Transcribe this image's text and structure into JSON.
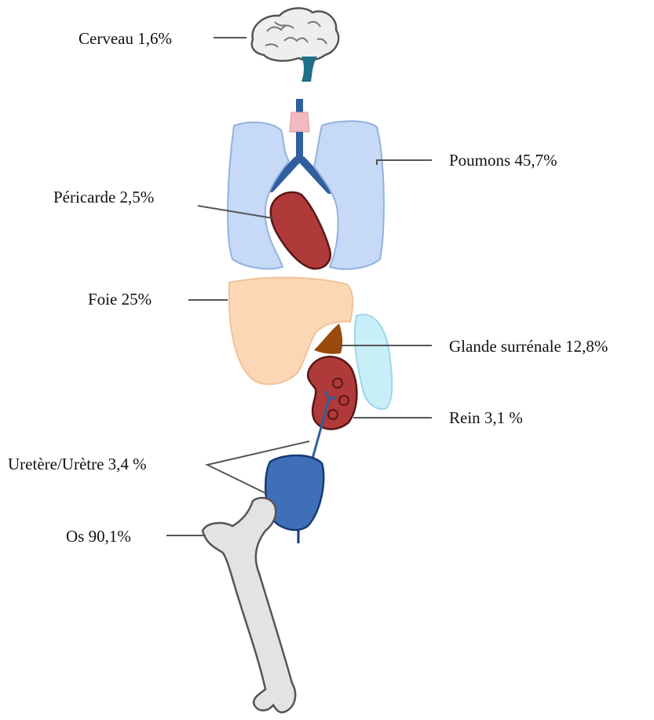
{
  "labels": {
    "cerveau": "Cerveau 1,6%",
    "poumons": "Poumons 45,7%",
    "pericarde": "Péricarde 2,5%",
    "foie": "Foie 25%",
    "glande": "Glande surrénale 12,8%",
    "rein": "Rein 3,1 %",
    "uretere": "Uretère/Urètre 3,4 %",
    "os": "Os 90,1%"
  },
  "colors": {
    "brain": "#eeeeee",
    "brainstem": "#1f6f86",
    "trachea": "#2f5f9e",
    "larynx": "#f2b9bf",
    "lungs": "#c6d9f7",
    "heart": "#b03a3a",
    "liver": "#fcd7b6",
    "adrenal": "#9a4a0c",
    "kidney_back": "#c8eef8",
    "kidney": "#b03a3a",
    "bladder": "#3f6fb7",
    "bone": "#e3e3e3"
  }
}
